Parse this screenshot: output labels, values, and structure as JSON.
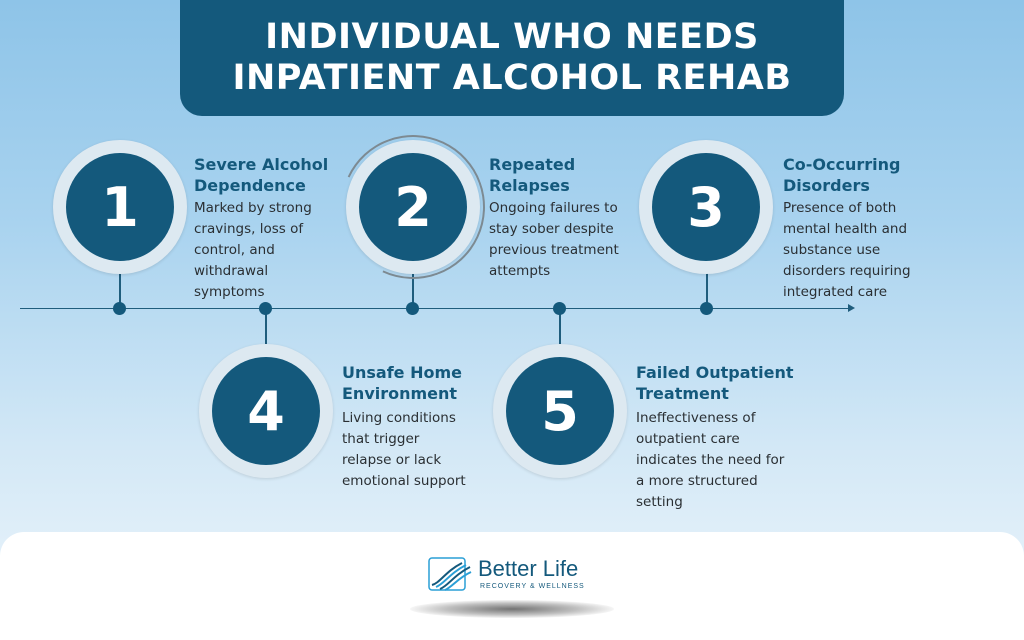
{
  "header": {
    "title_line1": "INDIVIDUAL WHO NEEDS",
    "title_line2": "INPATIENT ALCOHOL REHAB"
  },
  "steps": [
    {
      "number": "1",
      "title_line1": "Severe Alcohol",
      "title_line2": "Dependence",
      "desc": [
        "Marked by strong",
        "cravings, loss of",
        "control, and",
        "withdrawal",
        "symptoms"
      ]
    },
    {
      "number": "2",
      "title_line1": "Repeated",
      "title_line2": "Relapses",
      "desc": [
        "Ongoing failures to",
        "stay sober despite",
        "previous treatment",
        "attempts"
      ]
    },
    {
      "number": "3",
      "title_line1": "Co-Occurring",
      "title_line2": "Disorders",
      "desc": [
        "Presence of both",
        "mental health and",
        "substance use",
        "disorders requiring",
        "integrated care"
      ]
    },
    {
      "number": "4",
      "title_line1": "Unsafe Home",
      "title_line2": "Environment",
      "desc": [
        "Living conditions",
        "that trigger",
        "relapse or lack",
        "emotional support"
      ]
    },
    {
      "number": "5",
      "title_line1": "Failed Outpatient",
      "title_line2": "Treatment",
      "desc": [
        "Ineffectiveness of",
        "outpatient care",
        "indicates the need for",
        "a more structured",
        "setting"
      ]
    }
  ],
  "footer": {
    "brand_name": "Better Life",
    "brand_tagline": "RECOVERY & WELLNESS",
    "logo_icon": "wave-logo-icon"
  },
  "colors": {
    "primary": "#14597c",
    "background_top": "#8ec4e8",
    "background_bottom": "#eef6fc",
    "circle_ring": "#dde9f1",
    "text": "#2a2f33"
  }
}
